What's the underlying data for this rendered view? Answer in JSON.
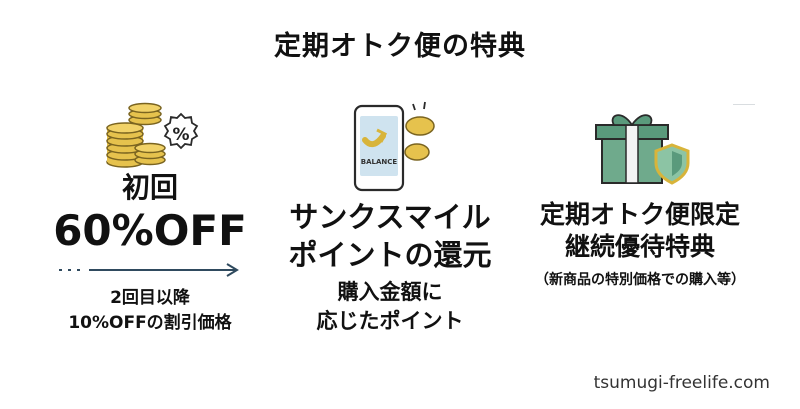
{
  "title": "定期オトク便の特典",
  "benefits": [
    {
      "icon": "coins-discount-icon",
      "heading_small": "初回",
      "heading_large": "60%OFF",
      "sub_lines": [
        "2回目以降",
        "10%OFFの割引価格"
      ]
    },
    {
      "icon": "phone-points-icon",
      "icon_text": "BALANCE",
      "heading_lines": [
        "サンクスマイル",
        "ポイントの還元"
      ],
      "sub_lines": [
        "購入金額に",
        "応じたポイント"
      ]
    },
    {
      "icon": "gift-shield-icon",
      "heading_lines": [
        "定期オトク便限定",
        "継続優待特典"
      ],
      "sub_lines": [
        "（新商品の特別価格での購入等）"
      ]
    }
  ],
  "footer": "tsumugi-freelife.com",
  "colors": {
    "gold": "#d8b43a",
    "green": "#5a9a7c",
    "navy": "#2f4a5e",
    "text": "#111111"
  }
}
